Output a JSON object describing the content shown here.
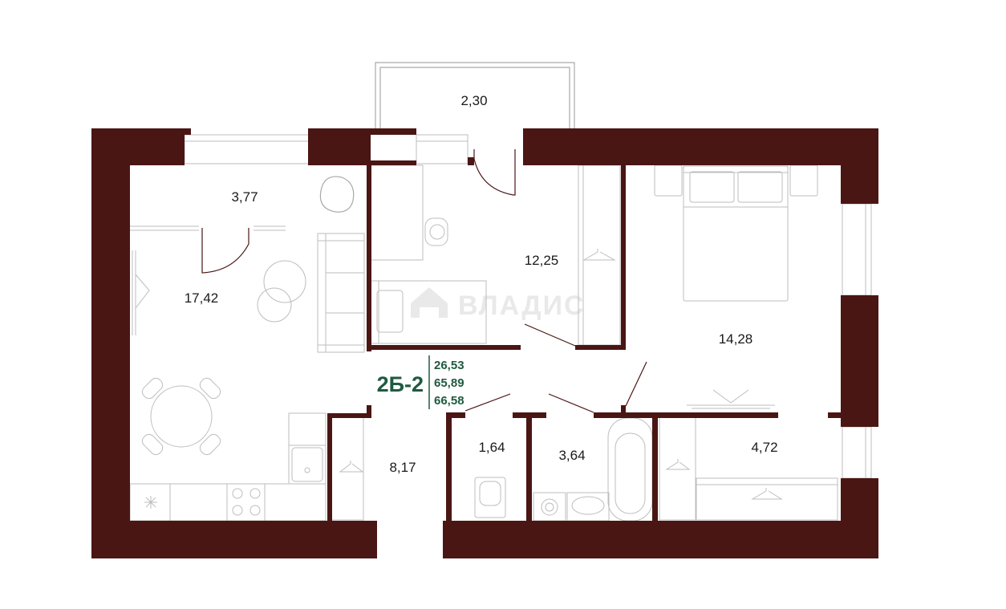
{
  "colors": {
    "wall": "#4a1614",
    "accent": "#1f5a40",
    "furniture_line": "#bdbdbd",
    "watermark": "#e9e9e9"
  },
  "watermark": {
    "text": "ВЛАДИС",
    "icon": "house-logo-icon"
  },
  "unit": {
    "code": "2Б-2",
    "areas": [
      "26,53",
      "65,89",
      "66,58"
    ]
  },
  "rooms": {
    "balcony": "2,30",
    "hall": "3,77",
    "living_kitchen": "17,42",
    "child_room": "12,25",
    "bedroom": "14,28",
    "corridor": "8,17",
    "wc": "1,64",
    "bathroom": "3,64",
    "wardrobe": "4,72"
  }
}
